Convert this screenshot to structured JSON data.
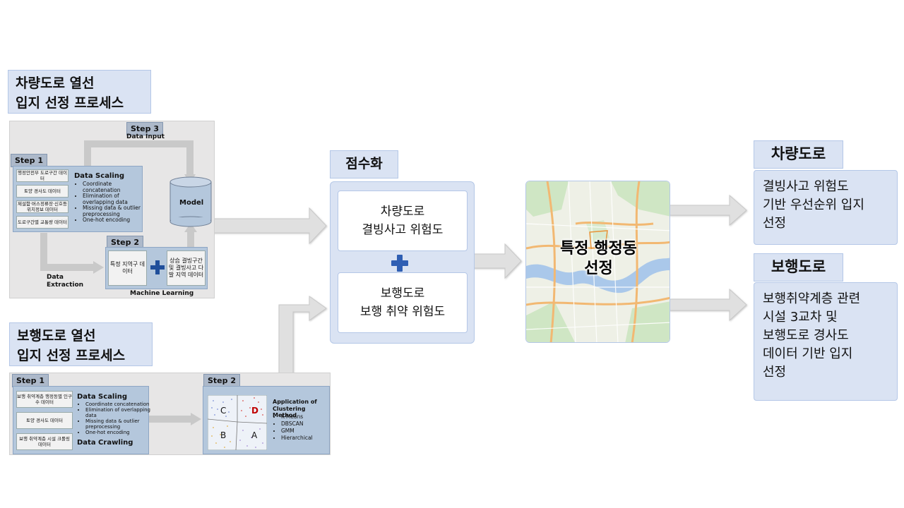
{
  "vehicle_process": {
    "title_line1": "차량도로 열선",
    "title_line2": "입지 선정 프로세스",
    "step1": "Step 1",
    "step2": "Step 2",
    "step3": "Step 3",
    "data_input": "Data Input",
    "model": "Model",
    "data_extraction_1": "Data",
    "data_extraction_2": "Extraction",
    "machine_learning": "Machine Learning",
    "inputs": [
      "행정안전부 도로구간 데이터",
      "토양 경사도 데이터",
      "제설함·버스정류장·신호등 위치정보 데이터",
      "도로구간별 교통량 데이터"
    ],
    "scaling_title": "Data Scaling",
    "scaling_items": [
      "Coordinate concatenation",
      "Elimination of overlapping data",
      "Missing data & outlier preprocessing",
      "One-hot encoding"
    ],
    "ml_box1": "특정 지역구 데이터",
    "ml_box2": "상습 결빙구간 및 결빙사고 다발 지역 데이터"
  },
  "pedestrian_process": {
    "title_line1": "보행도로 열선",
    "title_line2": "입지 선정 프로세스",
    "step1": "Step 1",
    "step2": "Step 2",
    "inputs": [
      "보행 취약계층 행정동별 인구 수 데이터",
      "토양 경사도 데이터",
      "보행 취약계층 시설 크롤링 데이터"
    ],
    "scaling_title": "Data Scaling",
    "scaling_items": [
      "Coordinate concatenation",
      "Elimination of overlapping data",
      "Missing data & outlier preprocessing",
      "One-hot encoding"
    ],
    "crawling_title": "Data Crawling",
    "cluster_labels": [
      "C",
      "D",
      "B",
      "A"
    ],
    "clustering_title_1": "Application of",
    "clustering_title_2": "Clustering Method",
    "clustering_methods": [
      "K-Means",
      "DBSCAN",
      "GMM",
      "Hierarchical"
    ]
  },
  "scoring": {
    "title": "점수화",
    "card1_line1": "차량도로",
    "card1_line2": "결빙사고 위험도",
    "card2_line1": "보행도로",
    "card2_line2": "보행 취약 위험도"
  },
  "map": {
    "label_line1": "특정 행정동",
    "label_line2": "선정"
  },
  "outputs": {
    "vehicle_title": "차량도로",
    "vehicle_desc": [
      "결빙사고 위험도",
      "기반 우선순위 입지",
      "선정"
    ],
    "pedestrian_title": "보행도로",
    "pedestrian_desc": [
      "보행취약계층 관련",
      "시설 3교차 및",
      "보행도로 경사도",
      "데이터 기반 입지",
      "선정"
    ]
  },
  "colors": {
    "title_fill": "#dae3f3",
    "panel_grey": "#e7e6e6",
    "step_panel": "#b4c7dc",
    "arrow": "#e0e0e0",
    "plus": "#1f4e9a"
  }
}
